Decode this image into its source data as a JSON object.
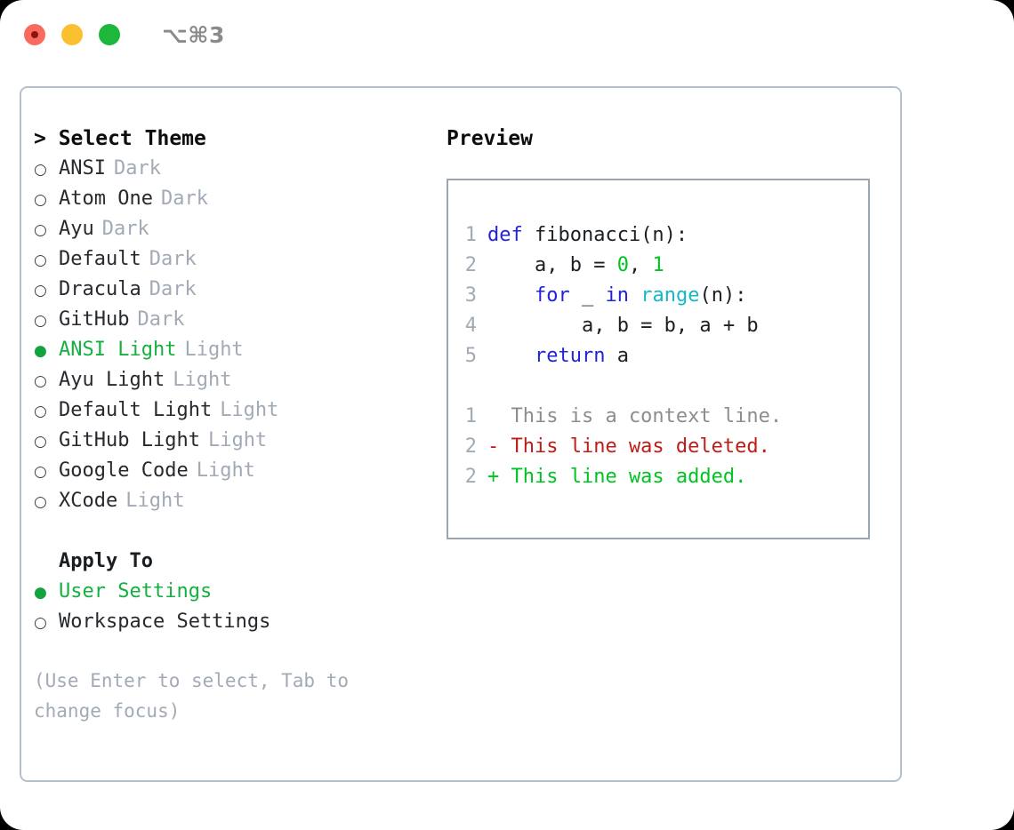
{
  "titlebar": {
    "title": "⌥⌘3",
    "lights": [
      {
        "name": "close",
        "color": "#fa6a5f"
      },
      {
        "name": "minimize",
        "color": "#fbc02f"
      },
      {
        "name": "maximize",
        "color": "#1db73b"
      }
    ]
  },
  "theme_picker": {
    "header": "> Select Theme",
    "items": [
      {
        "marker": "○",
        "label": "ANSI",
        "suffix": "Dark",
        "selected": false
      },
      {
        "marker": "○",
        "label": "Atom One",
        "suffix": "Dark",
        "selected": false
      },
      {
        "marker": "○",
        "label": "Ayu",
        "suffix": "Dark",
        "selected": false
      },
      {
        "marker": "○",
        "label": "Default",
        "suffix": "Dark",
        "selected": false
      },
      {
        "marker": "○",
        "label": "Dracula",
        "suffix": "Dark",
        "selected": false
      },
      {
        "marker": "○",
        "label": "GitHub",
        "suffix": "Dark",
        "selected": false
      },
      {
        "marker": "●",
        "label": "ANSI Light",
        "suffix": "Light",
        "selected": true
      },
      {
        "marker": "○",
        "label": "Ayu Light",
        "suffix": "Light",
        "selected": false
      },
      {
        "marker": "○",
        "label": "Default Light",
        "suffix": "Light",
        "selected": false
      },
      {
        "marker": "○",
        "label": "GitHub Light",
        "suffix": "Light",
        "selected": false
      },
      {
        "marker": "○",
        "label": "Google Code",
        "suffix": "Light",
        "selected": false
      },
      {
        "marker": "○",
        "label": "XCode",
        "suffix": "Light",
        "selected": false
      }
    ]
  },
  "apply_to": {
    "header": "Apply To",
    "items": [
      {
        "marker": "●",
        "label": "User Settings",
        "selected": true
      },
      {
        "marker": "○",
        "label": "Workspace Settings",
        "selected": false
      }
    ]
  },
  "hint": "(Use Enter to select, Tab to change focus)",
  "preview": {
    "title": "Preview",
    "code_lines": [
      {
        "n": "1",
        "tokens": [
          {
            "t": "def ",
            "c": "kw"
          },
          {
            "t": "fibonacci(n):",
            "c": "code-txt"
          }
        ]
      },
      {
        "n": "2",
        "tokens": [
          {
            "t": "    a, b = ",
            "c": "code-txt"
          },
          {
            "t": "0",
            "c": "num"
          },
          {
            "t": ", ",
            "c": "code-txt"
          },
          {
            "t": "1",
            "c": "num"
          }
        ]
      },
      {
        "n": "3",
        "tokens": [
          {
            "t": "    ",
            "c": "code-txt"
          },
          {
            "t": "for",
            "c": "kw"
          },
          {
            "t": " _ ",
            "c": "code-txt"
          },
          {
            "t": "in",
            "c": "kw"
          },
          {
            "t": " ",
            "c": "code-txt"
          },
          {
            "t": "range",
            "c": "fn"
          },
          {
            "t": "(n):",
            "c": "code-txt"
          }
        ]
      },
      {
        "n": "4",
        "tokens": [
          {
            "t": "        a, b = b, a + b",
            "c": "code-txt"
          }
        ]
      },
      {
        "n": "5",
        "tokens": [
          {
            "t": "    ",
            "c": "code-txt"
          },
          {
            "t": "return",
            "c": "kw"
          },
          {
            "t": " a",
            "c": "code-txt"
          }
        ]
      }
    ],
    "diff_lines": [
      {
        "n": "1",
        "text": "  This is a context line.",
        "kind": "diff-ctx"
      },
      {
        "n": "2",
        "text": "- This line was deleted.",
        "kind": "diff-del"
      },
      {
        "n": "2",
        "text": "+ This line was added.",
        "kind": "diff-add"
      }
    ]
  },
  "colors": {
    "accent_green": "#15b03f",
    "muted": "#a2aab6",
    "keyword_blue": "#2222dd",
    "function_cyan": "#14b8c4",
    "number_green": "#00c421",
    "diff_delete_red": "#c01c17",
    "diff_add_green": "#00c421",
    "border": "#b6bfcc"
  }
}
